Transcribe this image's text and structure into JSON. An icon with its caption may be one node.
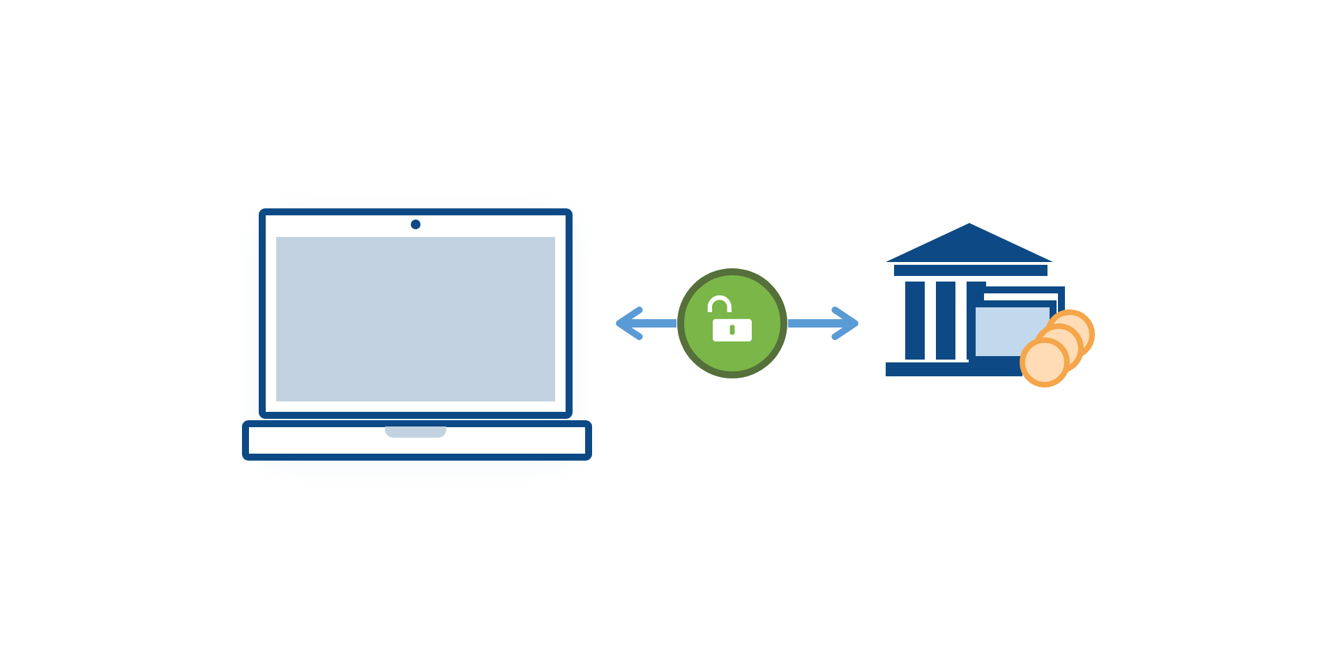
{
  "diagram": {
    "nodes": [
      {
        "text": [],
        "shape": "laptop"
      },
      {
        "text": [],
        "shape": "circle"
      },
      {
        "text": [],
        "shape": "building"
      }
    ],
    "edges": [
      {
        "from": 1,
        "to": 0,
        "arrow": "to"
      },
      {
        "from": 1,
        "to": 2,
        "arrow": "to"
      }
    ]
  }
}
